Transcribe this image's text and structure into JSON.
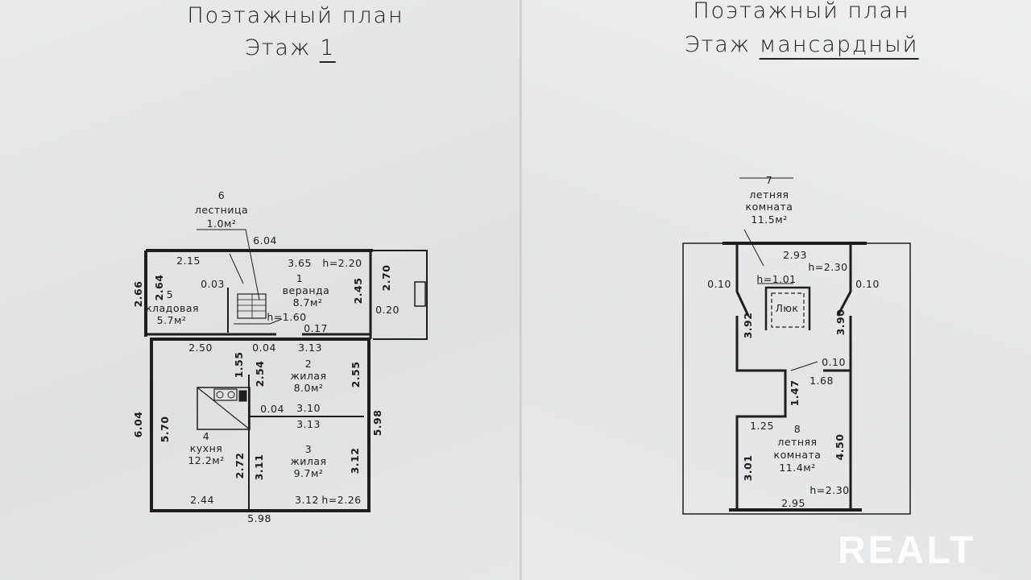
{
  "left_plan": {
    "title": "Поэтажный план",
    "floor_prefix": "Этаж",
    "floor_value": "1",
    "rooms": [
      {
        "num": "6",
        "name": "лестница",
        "area": "1.0м²"
      },
      {
        "num": "1",
        "name": "веранда",
        "area": "8.7м²"
      },
      {
        "num": "5",
        "name": "кладовая",
        "area": "5.7м²"
      },
      {
        "num": "2",
        "name": "жилая",
        "area": "8.0м²"
      },
      {
        "num": "4",
        "name": "кухня",
        "area": "12.2м²"
      },
      {
        "num": "3",
        "name": "жилая",
        "area": "9.7м²"
      }
    ],
    "dims": [
      "6.04",
      "2.15",
      "3.65",
      "h=2.20",
      "0.03",
      "h=1.60",
      "0.17",
      "2.66",
      "2.64",
      "2.45",
      "2.70",
      "0.20",
      "2.50",
      "0.04",
      "3.13",
      "1.55",
      "2.54",
      "2.55",
      "0.04",
      "3.10",
      "3.13",
      "6.04",
      "5.70",
      "5.98",
      "2.72",
      "3.11",
      "3.12",
      "2.44",
      "3.12",
      "h=2.26",
      "5.98"
    ]
  },
  "right_plan": {
    "title": "Поэтажный план",
    "floor_prefix": "Этаж",
    "floor_value": "мансардный",
    "rooms": [
      {
        "num": "7",
        "name1": "летняя",
        "name2": "комната",
        "area": "11.5м²"
      },
      {
        "num": "8",
        "name1": "летняя",
        "name2": "комната",
        "area": "11.4м²"
      }
    ],
    "hatch_label": "Люк",
    "dims": [
      "2.93",
      "h=2.30",
      "0.10",
      "h=1.01",
      "0.10",
      "3.92",
      "3.90",
      "0.10",
      "1.68",
      "1.47",
      "1.25",
      "4.50",
      "3.01",
      "h=2.30",
      "2.95"
    ]
  },
  "watermark": "REALT"
}
